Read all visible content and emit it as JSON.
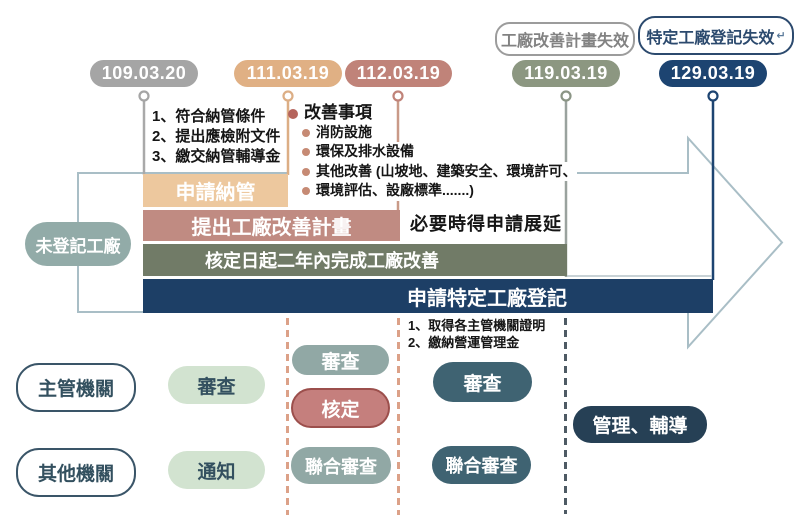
{
  "header": {
    "expiry_plan_label": "工廠改善計畫失效",
    "expiry_registration_label": "特定工廠登記失效",
    "expiry_registration_arrow": "↵",
    "dates": {
      "d109": "109.03.20",
      "d111": "111.03.19",
      "d112": "112.03.19",
      "d119": "119.03.19",
      "d129": "129.03.19"
    }
  },
  "flow": {
    "unregistered_factory": "未登記工廠",
    "bar_apply": "申請納管",
    "bar_plan": "提出工廠改善計畫",
    "bar_improve": "核定日起二年內完成工廠改善",
    "bar_register": "申請特定工廠登記",
    "extension_note": "必要時得申請展延"
  },
  "notes": {
    "apply_1": "1、符合納管條件",
    "apply_2": "2、提出應檢附文件",
    "apply_3": "3、繳交納管輔導金",
    "improve_title": "改善事項",
    "improve_1": "消防設施",
    "improve_2": "環保及排水設備",
    "improve_3": "其他改善 (山坡地、建築安全、環境許可、",
    "improve_4": "環境評估、設廠標準.......)",
    "register_1": "1、取得各主管機關證明",
    "register_2": "2、繳納營運管理金"
  },
  "agencies": {
    "row1_label": "主管機關",
    "row2_label": "其他機關",
    "r1_review1": "審查",
    "r1_review2": "審查",
    "r1_approve": "核定",
    "r1_review3": "審查",
    "r2_notify": "通知",
    "r2_joint1": "聯合審查",
    "r2_joint2": "聯合審查",
    "management": "管理、輔導"
  },
  "colors": {
    "gray_pill": "#a5a5a5",
    "tan_pill": "#e0b084",
    "rose_pill": "#c08379",
    "sage_pill": "#8c9781",
    "navy_pill": "#1d4471",
    "tan_bar": "#edc89e",
    "rose_bar": "#c08b82",
    "olive_bar": "#717b67",
    "navy_bar": "#1d3f66",
    "unregistered": "#92aba8",
    "light_green": "#d2e3d0",
    "sage_step": "#91a8a5",
    "approve_fill": "#c57f7d",
    "approve_border": "#9c4f4c",
    "dark_teal": "#3f6372",
    "management_navy": "#264055",
    "arrow_stroke": "#a9bec6",
    "navy_text": "#33505f"
  }
}
